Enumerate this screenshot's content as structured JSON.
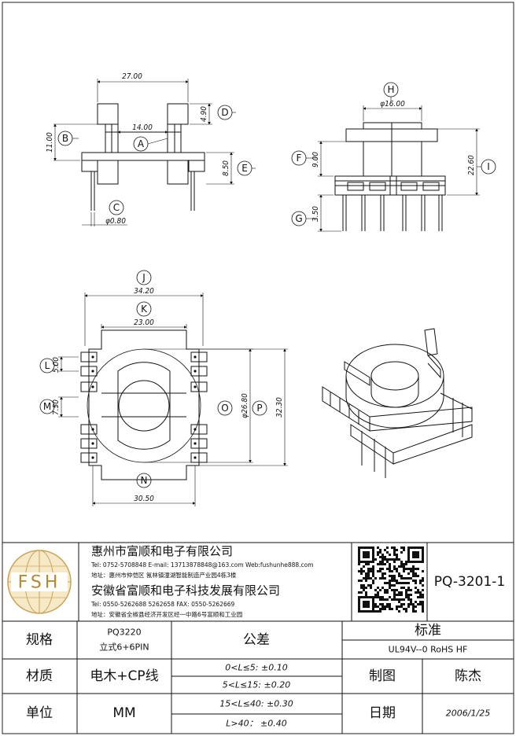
{
  "dimensions": {
    "side_width": "27.00",
    "side_inner": "14.00",
    "side_height": "11.00",
    "flange": "4.90",
    "body_height": "8.50",
    "pin_diameter": "φ0.80",
    "front_diameter": "φ16.00",
    "front_height": "9.00",
    "front_total": "22.60",
    "front_pin": "3.50",
    "top_width": "34.20",
    "top_inner": "23.00",
    "pin_pitch_l": "5.00",
    "pin_pitch_m": "7.50",
    "core_diameter": "φ26.80",
    "top_height": "32.30",
    "pin_row": "30.50"
  },
  "callouts": [
    "A",
    "B",
    "C",
    "D",
    "E",
    "F",
    "G",
    "H",
    "I",
    "J",
    "K",
    "L",
    "M",
    "N",
    "O",
    "P"
  ],
  "title_block": {
    "logo_text": "FSH",
    "company1": "惠州市富顺和电子有限公司",
    "contact1": "Tel: 0752-5708848  E-mail: 13713878848@163.com  Web:fushunhe888.com",
    "address1": "地址：惠州市仲恺区 氥林镇潼湖智能制造产业园4栋3楼",
    "company2": "安徽省富顺和电子科技发展有限公司",
    "contact2": "Tel:  0550-5262688  5262658      FAX:  0550-5262669",
    "address2": "地址：安徽省全椒县经济开发区经一中路6号富顺和工业园",
    "part_no": "PQ-3201-1",
    "spec_label": "规格",
    "spec_value1": "PQ3220",
    "spec_value2": "立式6+6PIN",
    "tolerance_label": "公差",
    "standard_label": "标准",
    "standard_value": "UL94V--0  RoHS HF",
    "material_label": "材质",
    "material_value": "电木+CP线",
    "tol1": "0<L≤5: ±0.10",
    "tol2": "5<L≤15: ±0.20",
    "tol3": "15<L≤40: ±0.30",
    "tol4": "L>40：  ±0.40",
    "drawn_label": "制图",
    "drawn_value": "陈杰",
    "unit_label": "单位",
    "unit_value": "MM",
    "date_label": "日期",
    "date_value": "2006/1/25"
  }
}
